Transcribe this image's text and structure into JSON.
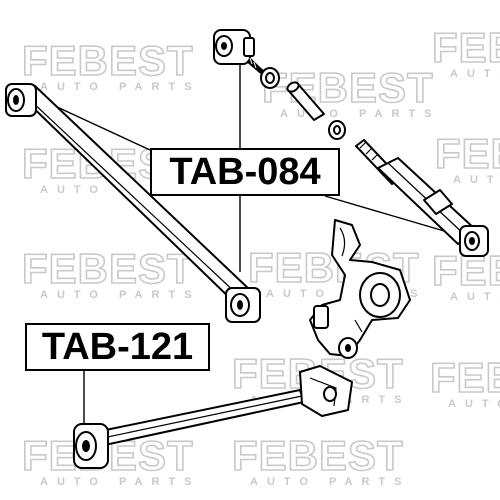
{
  "watermark": {
    "brand": "FEBEST",
    "subtitle": "AUTO PARTS",
    "color": "#c9c9c9"
  },
  "labels": {
    "upper_arm": "TAB-084",
    "lower_arm": "TAB-121"
  },
  "colors": {
    "line": "#000000",
    "background": "#ffffff"
  }
}
